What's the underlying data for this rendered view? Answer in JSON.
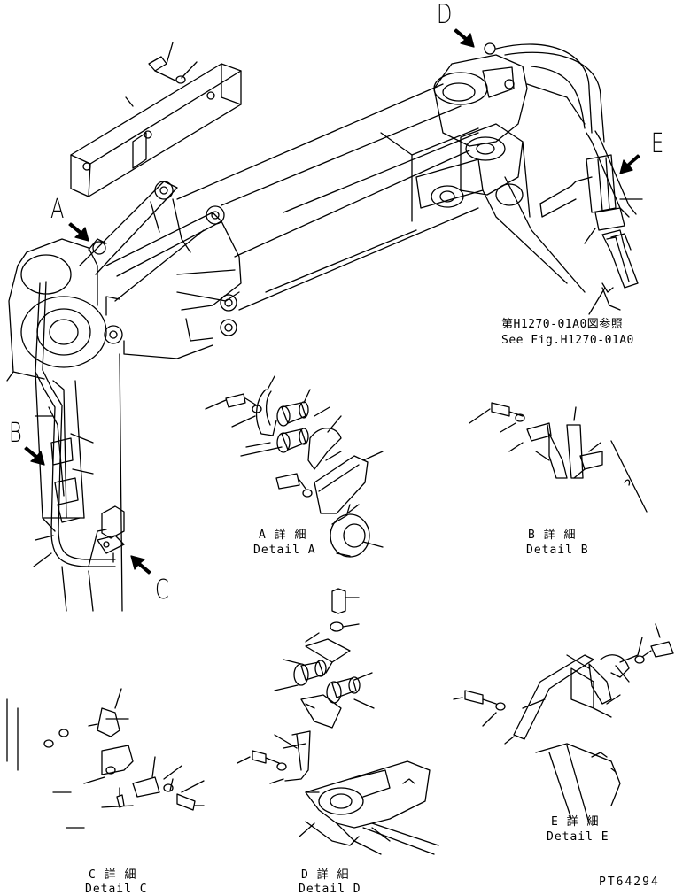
{
  "view_letters": {
    "a": "A",
    "b": "B",
    "c": "C",
    "d": "D",
    "e": "E"
  },
  "reference": {
    "jp": "第H1270-01A0図参照",
    "en": "See Fig.H1270-01A0"
  },
  "details": {
    "a": {
      "jp": "A 詳 細",
      "en": "Detail A"
    },
    "b": {
      "jp": "B 詳 細",
      "en": "Detail B"
    },
    "c": {
      "jp": "C 詳 細",
      "en": "Detail C"
    },
    "d": {
      "jp": "D 詳 細",
      "en": "Detail D"
    },
    "e": {
      "jp": "E 詳 細",
      "en": "Detail E"
    }
  },
  "drawing_code": "PT64294"
}
